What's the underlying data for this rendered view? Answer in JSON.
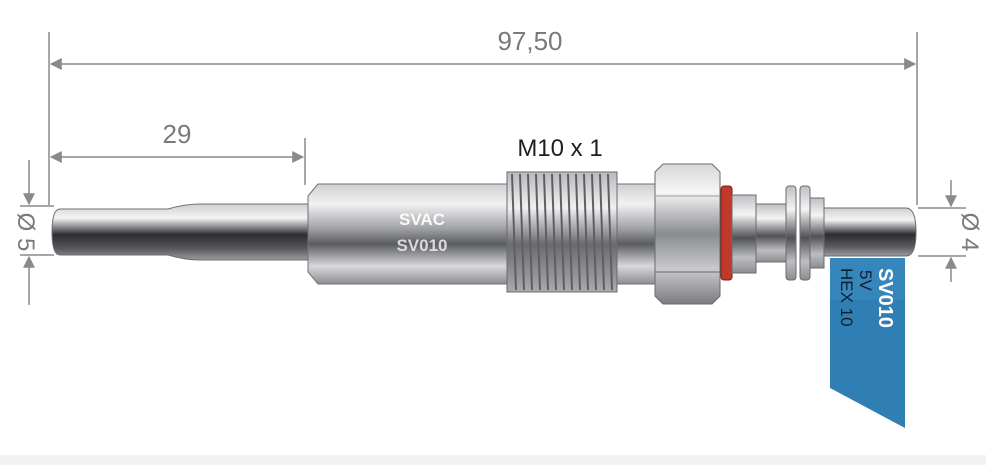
{
  "dimensions": {
    "overall_length": "97,50",
    "tip_length": "29",
    "thread": "M10 x 1",
    "tip_diameter": "Ø 5",
    "terminal_diameter": "Ø 4"
  },
  "body_marking": {
    "brand": "SVAC",
    "part": "SV010"
  },
  "spec_tag": {
    "part": "SV010",
    "voltage": "5V",
    "hex": "HEX 10"
  },
  "colors": {
    "tag": "#2f7fb4",
    "seal": "#c0392b",
    "dimension_lines": "#8a8a8a",
    "metal_dark": "#3a3a3c",
    "metal_light": "#e6e7e9"
  }
}
